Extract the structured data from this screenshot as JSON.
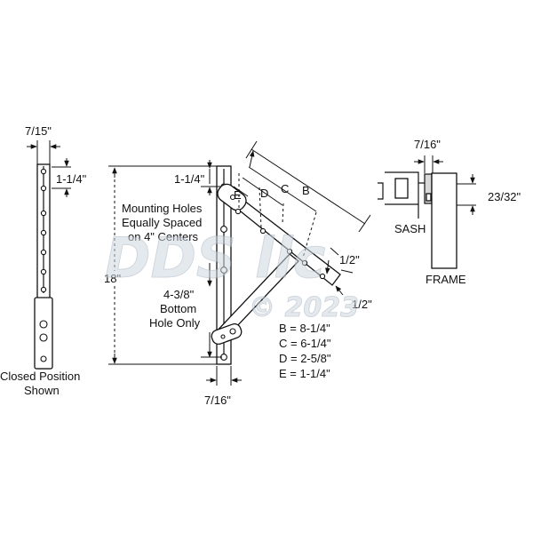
{
  "left_view": {
    "width_label": "7/15\"",
    "top_hole_label": "1-1/4\"",
    "caption_line1": "Closed Position",
    "caption_line2": "Shown"
  },
  "main_view": {
    "top_offset_label": "1-1/4\"",
    "mounting_note": [
      "Mounting Holes",
      "Equally Spaced",
      "on 4\" Centers"
    ],
    "height_label": "18\"",
    "bottom_note": [
      "4-3/8\"",
      "Bottom",
      "Hole Only"
    ],
    "bottom_width_label": "7/16\"",
    "arm_dims": {
      "B": "B",
      "C": "C",
      "D": "D",
      "E": "E"
    },
    "arm_offset_top": "1/2\"",
    "arm_offset_bottom": "1/2\"",
    "legend": [
      "B = 8-1/4\"",
      "C = 6-1/4\"",
      "D = 2-5/8\"",
      "E = 1-1/4\""
    ]
  },
  "section_view": {
    "gap_label": "7/16\"",
    "depth_label": "23/32\"",
    "sash_label": "SASH",
    "frame_label": "FRAME"
  },
  "watermark": {
    "line1": "DDS llc",
    "line2": "© 2023"
  }
}
